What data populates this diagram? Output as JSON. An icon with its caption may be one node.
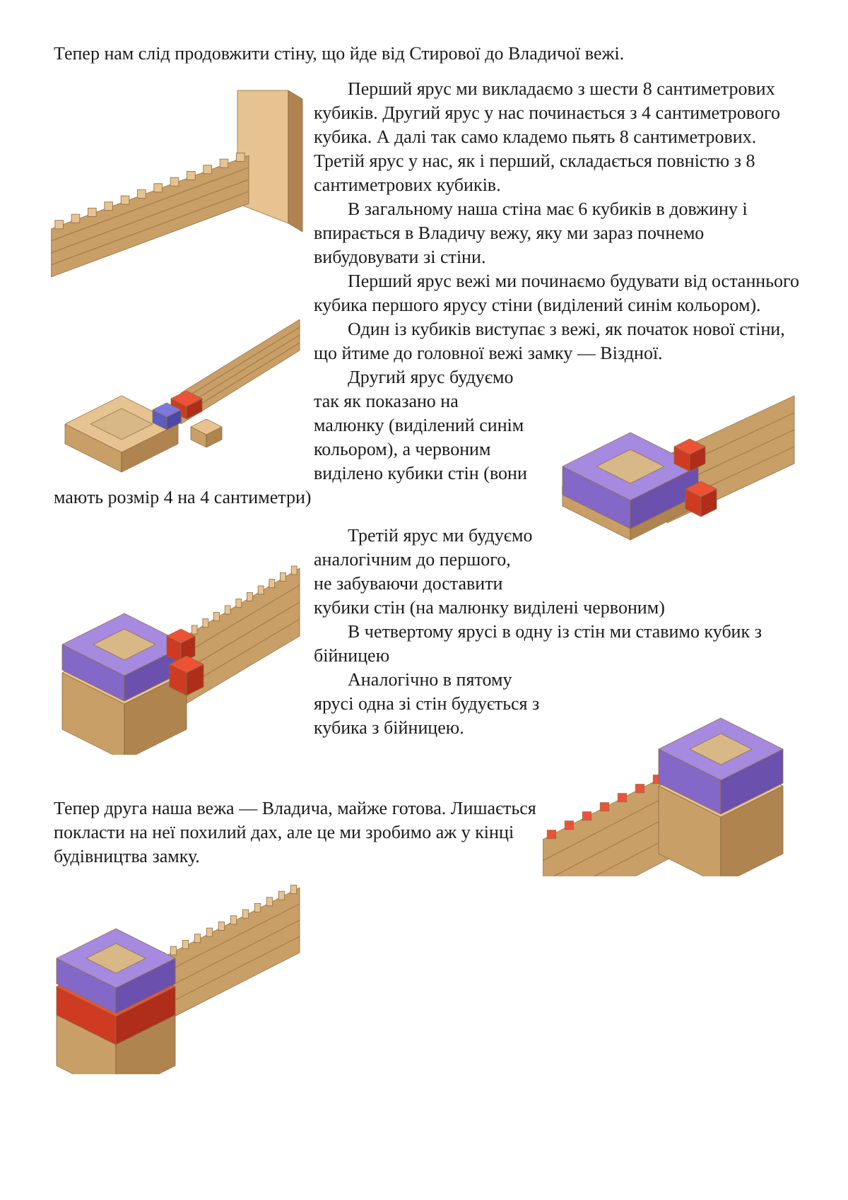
{
  "diagram": {
    "labels": [
      "Тепер нам слід продовжити стіну, що йде від Стирової до Владичої вежі.",
      "Перший ярус ми викладаємо з шести 8 сантиметрових кубиків. Другий ярус у нас починається з 4 сантиметрового кубика. А далі так само кладемо пьять 8 сантиметрових. Третій ярус у нас, як і перший, складається повністю з 8 сантиметрових кубиків.",
      "В загальному наша стіна має 6 кубиків в довжину і впирається в Владичу вежу, яку ми зараз почнемо вибудовувати зі стіни.",
      "Перший ярус вежі ми починаємо будувати від останнього кубика першого ярусу стіни (виділений синім кольором).",
      "Один із кубиків виступає з вежі, як початок нової стіни, що йтиме до головної вежі замку — Віздної.",
      "Другий ярус будуємо так як показано на малюнку (виділений синім кольором), а червоним виділено кубики стін (вони мають розмір 4 на 4 сантиметри)",
      "Третій ярус ми будуємо аналогічним до першого, не забуваючи доставити кубики стін (на малюнку виділені червоним)",
      "В четвертому ярусі в одну із стін ми ставимо кубик з бійницею",
      "Аналогічно в пятому ярусі одна зі стін будується з кубика з бійницею.",
      "Тепер друга наша вежа — Владича, майже готова. Лишається покласти на неї похилий дах, але це ми зробимо аж у кінці будівництва замку."
    ]
  }
}
